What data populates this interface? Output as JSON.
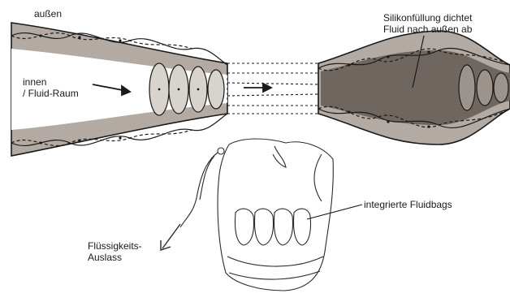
{
  "labels": {
    "outside": "außen",
    "inside_line1": "innen",
    "inside_line2": "/ Fluid-Raum",
    "silicone_line1": "Silikonfüllung dichtet",
    "silicone_line2": "Fluid nach außen ab",
    "bags": "integrierte Fluidbags",
    "outlet_line1": "Flüssigkeits-",
    "outlet_line2": "Auslass"
  },
  "colors": {
    "tube_wall": "#b3aaa3",
    "silicone_fill": "#6f6660",
    "ink": "#1a1a1a",
    "cell": "#ffffff",
    "cell_dark": "#9c938c"
  }
}
